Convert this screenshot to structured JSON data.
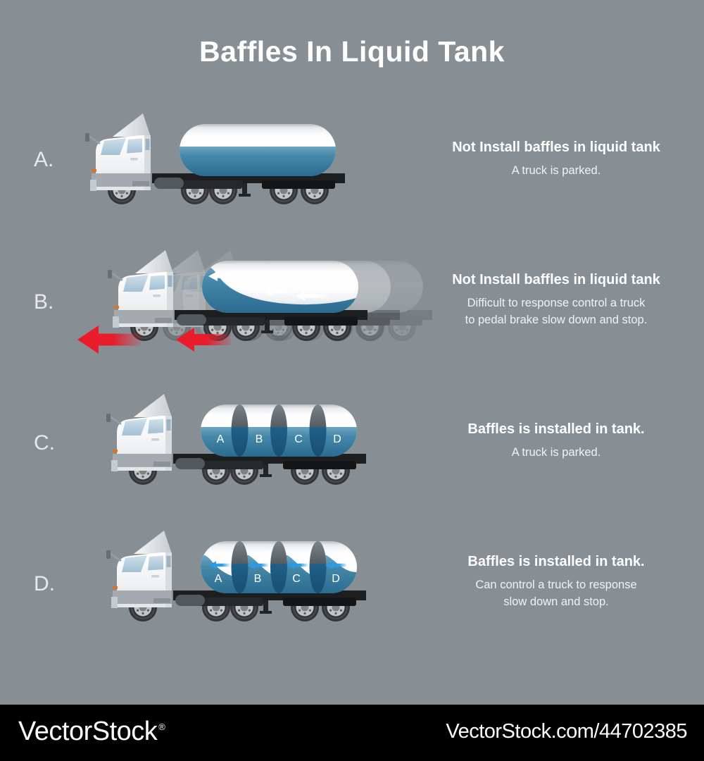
{
  "title": "Baffles In Liquid Tank",
  "colors": {
    "background": "#888f94",
    "footer_background": "#000000",
    "heading_text": "#ffffff",
    "body_text": "#f1f2f3",
    "tank_liquid_blue": "#3d82a6",
    "brake_arrow_red": "#e81c2a",
    "slosh_arrow_white": "#ffffff",
    "compartment_arrow_blue": "#2d9be0"
  },
  "rows": [
    {
      "label": "A.",
      "heading": "Not Install baffles in liquid tank",
      "lines": [
        "A truck is parked."
      ]
    },
    {
      "label": "B.",
      "heading": "Not Install baffles in liquid tank",
      "lines": [
        "Difficult to response control a truck",
        "to pedal brake slow down and stop."
      ]
    },
    {
      "label": "C.",
      "heading": "Baffles is installed in tank.",
      "lines": [
        "A truck is parked."
      ]
    },
    {
      "label": "D.",
      "heading": "Baffles is installed in tank.",
      "lines": [
        "Can control a truck to response",
        "slow down and stop."
      ]
    }
  ],
  "tank_compartment_labels": [
    "A",
    "B",
    "C",
    "D"
  ],
  "footer": {
    "brand": "VectorStock",
    "registered_mark": "®",
    "credit": "VectorStock.com/44702385"
  }
}
